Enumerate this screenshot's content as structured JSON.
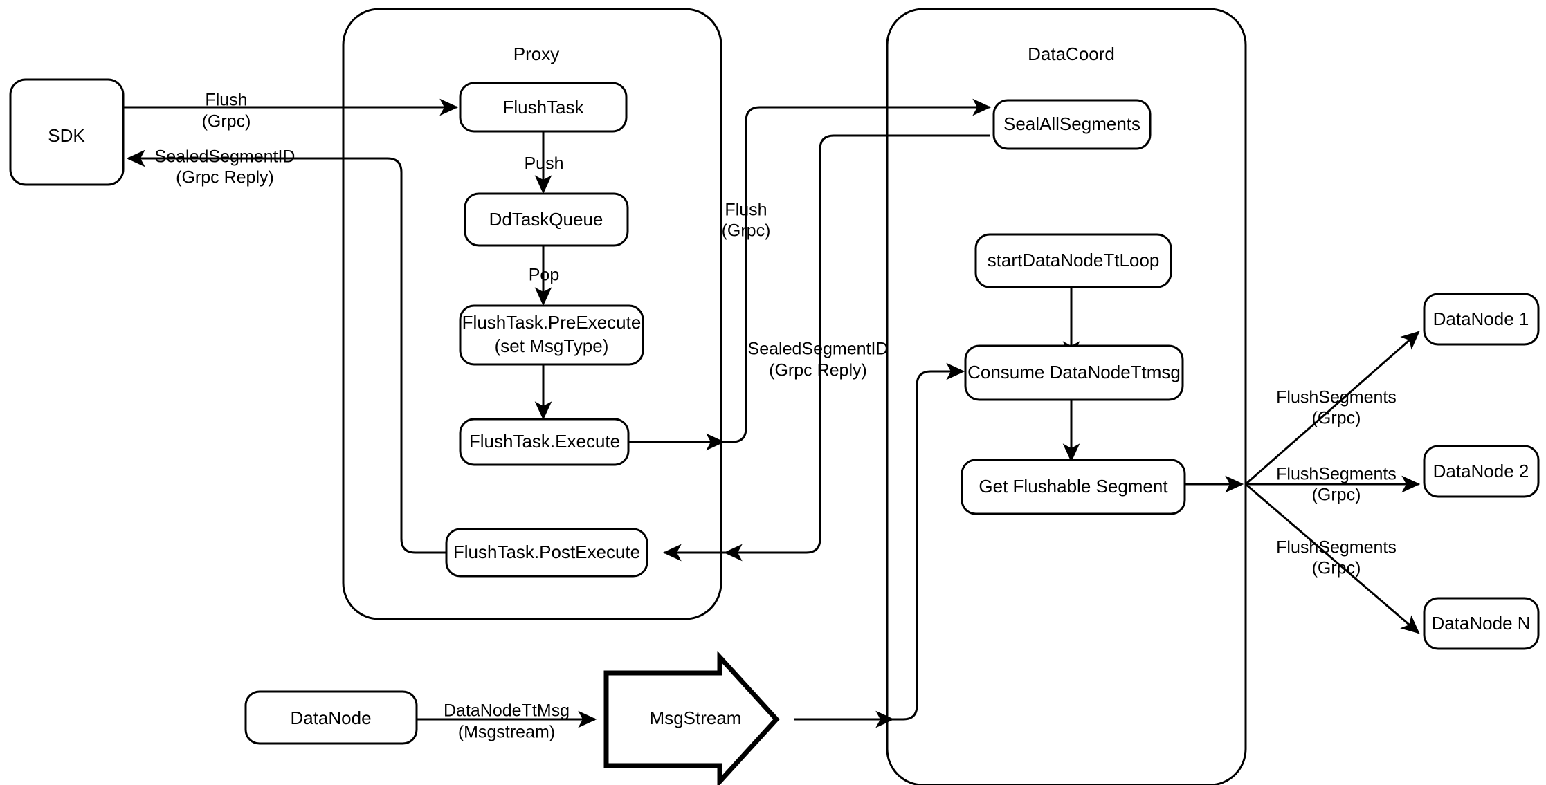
{
  "diagram": {
    "title": "Milvus Flush Sequence Architecture",
    "background": "#ffffff",
    "stroke_color": "#000000",
    "fill_color": "#ffffff",
    "containers": [
      {
        "id": "proxy",
        "label": "Proxy"
      },
      {
        "id": "datacoord",
        "label": "DataCoord"
      }
    ],
    "nodes": {
      "sdk": "SDK",
      "flush_task": "FlushTask",
      "dd_task_queue": "DdTaskQueue",
      "pre_execute_line1": "FlushTask.PreExecute",
      "pre_execute_line2": "(set MsgType)",
      "execute": "FlushTask.Execute",
      "post_execute": "FlushTask.PostExecute",
      "seal_all_segments": "SealAllSegments",
      "start_tt_loop": "startDataNodeTtLoop",
      "consume_tt_msg": "Consume DataNodeTtmsg",
      "get_flushable": "Get Flushable Segment",
      "datanode_1": "DataNode 1",
      "datanode_2": "DataNode 2",
      "datanode_n": "DataNode N",
      "datanode_bottom": "DataNode",
      "msgstream": "MsgStream"
    },
    "edge_labels": {
      "sdk_flush_line1": "Flush",
      "sdk_flush_line2": "(Grpc)",
      "sdk_reply_line1": "SealedSegmentID",
      "sdk_reply_line2": "(Grpc Reply)",
      "push": "Push",
      "pop": "Pop",
      "proxy_flush_line1": "Flush",
      "proxy_flush_line2": "(Grpc)",
      "proxy_reply_line1": "SealedSegmentID",
      "proxy_reply_line2": "(Grpc Reply)",
      "flush_seg_1_line1": "FlushSegments",
      "flush_seg_1_line2": "(Grpc)",
      "flush_seg_2_line1": "FlushSegments",
      "flush_seg_2_line2": "(Grpc)",
      "flush_seg_n_line1": "FlushSegments",
      "flush_seg_n_line2": "(Grpc)",
      "tt_msg_line1": "DataNodeTtMsg",
      "tt_msg_line2": "(Msgstream)"
    }
  }
}
